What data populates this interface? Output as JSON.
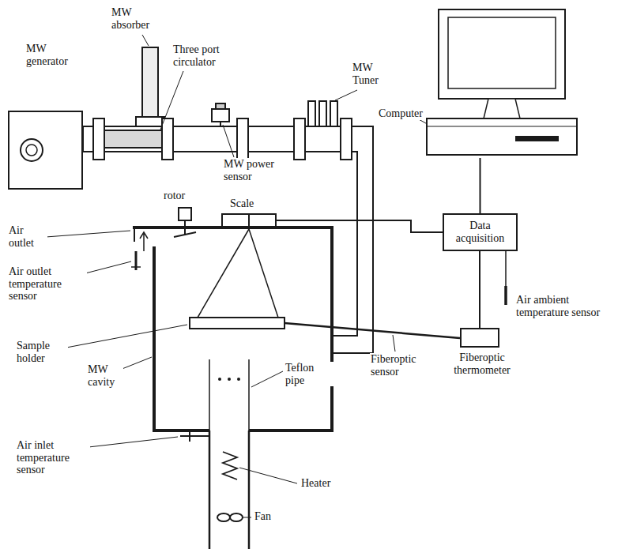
{
  "diagram": {
    "nodes": [
      {
        "text": [
          "MW generator"
        ]
      },
      {
        "text": [
          "Computer"
        ]
      },
      {
        "text": [
          "Scale"
        ]
      },
      {
        "text": [
          "Data acquisition"
        ]
      },
      {
        "text": [
          "Fiberoptic thermometer"
        ]
      }
    ],
    "edges": [
      {
        "from": 1,
        "to": 3,
        "arrow": "none"
      },
      {
        "from": 2,
        "to": 3,
        "arrow": "none"
      },
      {
        "from": 4,
        "to": 3,
        "arrow": "none"
      }
    ],
    "labels": [
      "MW absorber",
      "Three port circulator",
      "MW Tuner",
      "MW power sensor",
      "rotor",
      "Air outlet",
      "Air outlet temperature sensor",
      "Sample holder",
      "MW cavity",
      "Teflon pipe",
      "Fiberoptic sensor",
      "Air ambient temperature sensor",
      "Heater",
      "Air inlet temperature sensor",
      "Fan"
    ]
  }
}
